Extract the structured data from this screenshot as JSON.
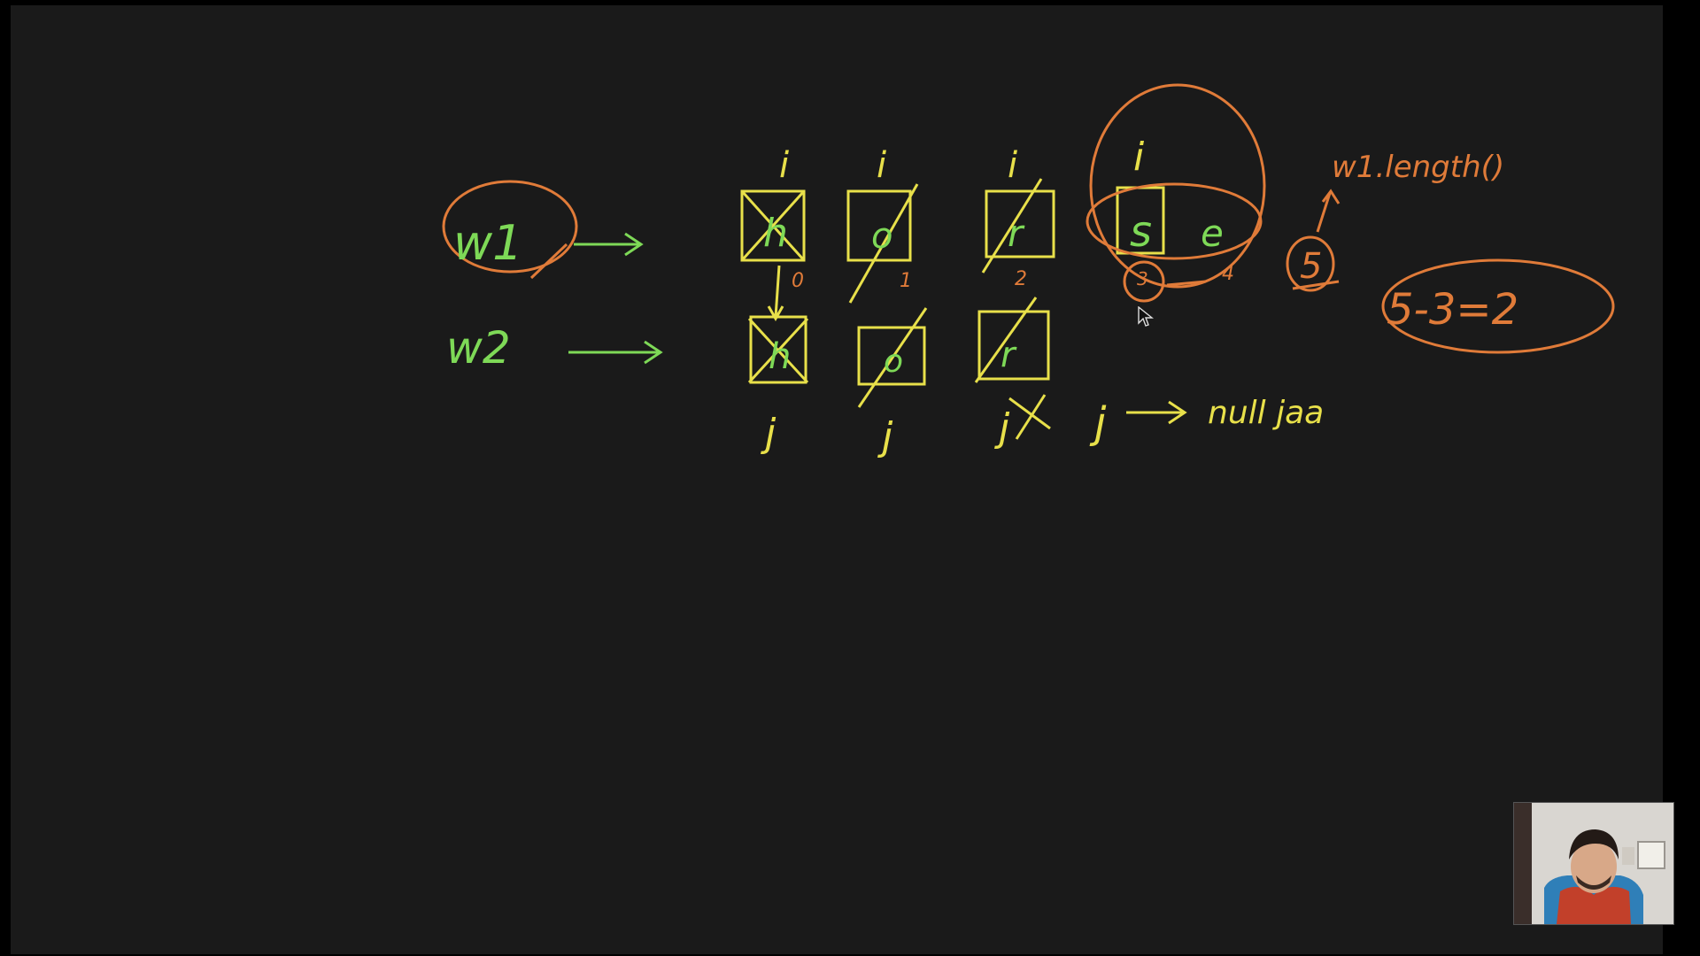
{
  "colors": {
    "background": "#1a1a1a",
    "green_ink": "#7ed957",
    "yellow_ink": "#e8e04a",
    "orange_ink": "#e07b39"
  },
  "strings": {
    "w1_label": "w1",
    "w2_label": "w2",
    "i_pointer": "i",
    "j_pointer": "j",
    "box_letters_w1": [
      "h",
      "o",
      "r",
      "s",
      "e"
    ],
    "box_letters_w2": [
      "h",
      "o",
      "r"
    ],
    "indices_w1": [
      "0",
      "1",
      "2",
      "3",
      "4"
    ],
    "length_circled": "5",
    "length_note": "w1.length()",
    "difference": "5-3=2",
    "j_arrow_note": "null jaa"
  },
  "icons": {
    "cursor": "mouse-pointer-icon",
    "webcam": "webcam-overlay"
  }
}
